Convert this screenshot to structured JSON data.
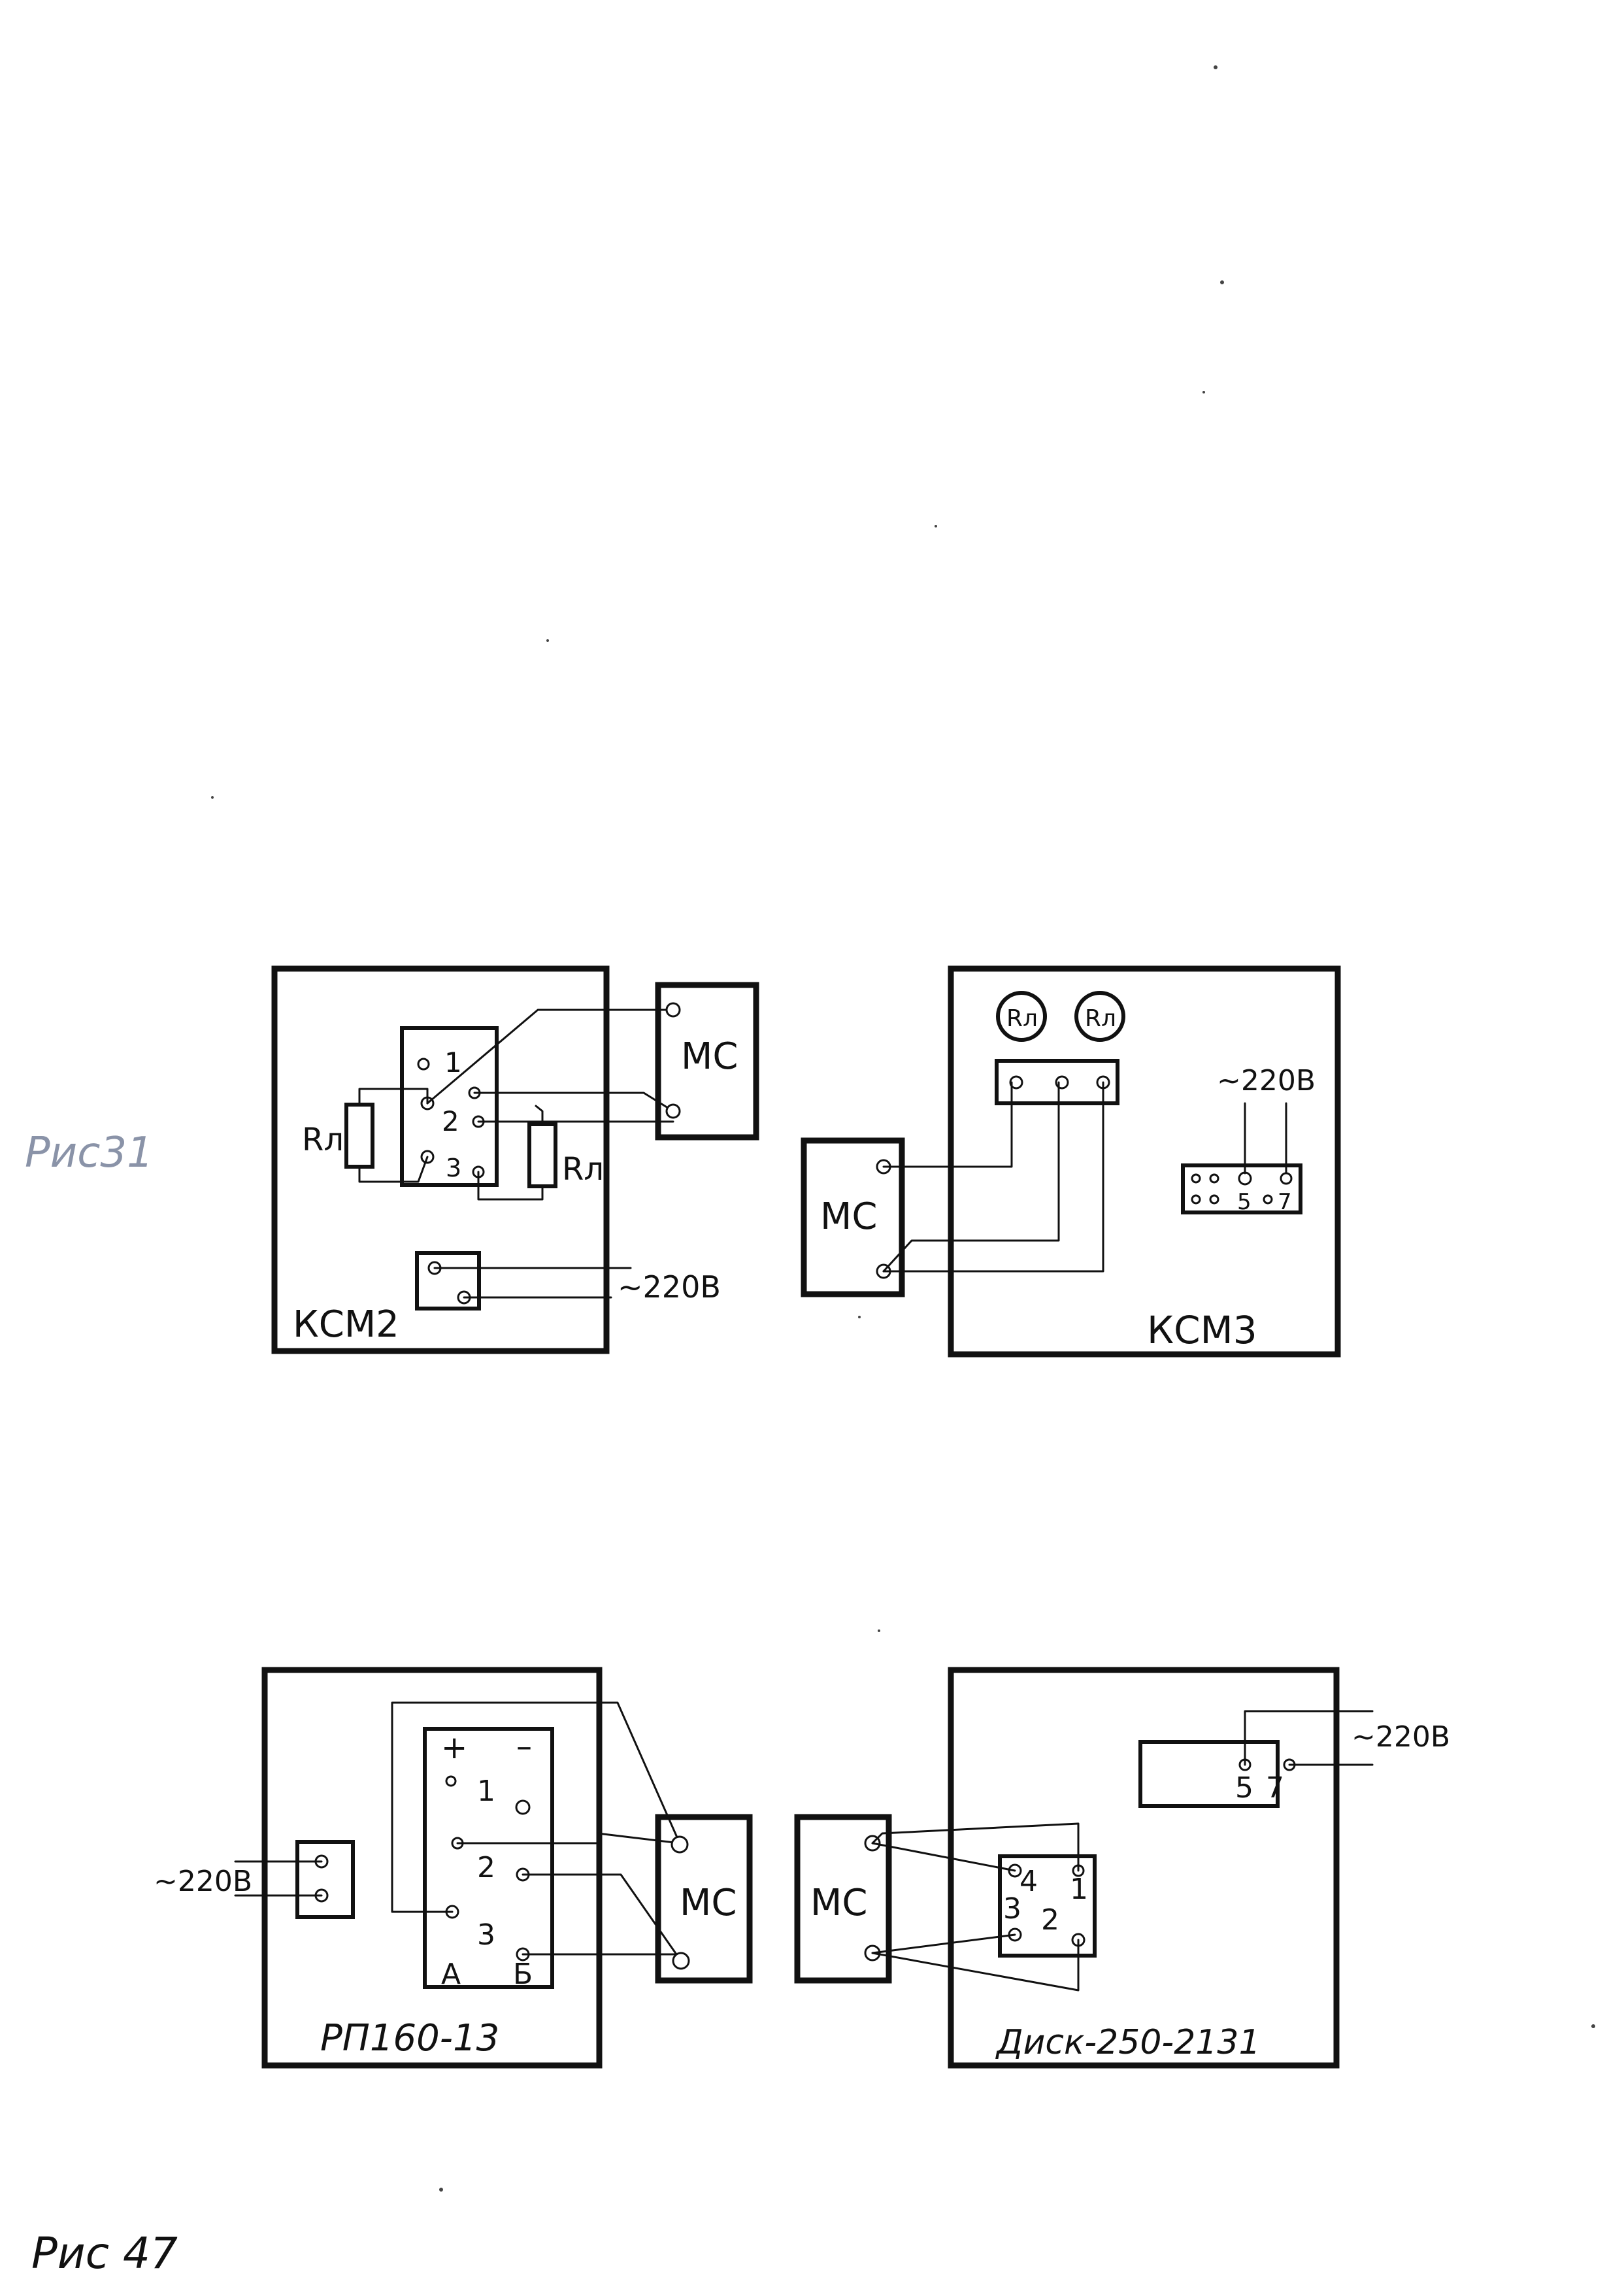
{
  "page_labels": {
    "fig31": "Рис31",
    "fig47": "Рис 47"
  },
  "ksm2": {
    "title": "КСМ2",
    "mc": "МС",
    "pin1": "1",
    "pin2": "2",
    "pin3": "3",
    "res_left": "Rл",
    "res_right": "Rл",
    "power": "~220В"
  },
  "ksm3": {
    "title": "КСМ3",
    "mc": "МС",
    "res1": "Rл",
    "res2": "Rл",
    "power": "~220В",
    "pin5": "5",
    "pin7": "7"
  },
  "rp": {
    "title": "РП160-13",
    "mc": "МС",
    "plus": "+",
    "minus": "–",
    "pin1": "1",
    "pin2": "2",
    "pin3": "3",
    "col_a": "А",
    "col_b": "Б",
    "power": "~220В"
  },
  "disk": {
    "title": "Диск-250-2131",
    "mc": "МС",
    "pin1": "1",
    "pin2": "2",
    "pin3": "3",
    "pin4": "4",
    "pin5": "5",
    "pin7": "7",
    "power": "~220В"
  }
}
